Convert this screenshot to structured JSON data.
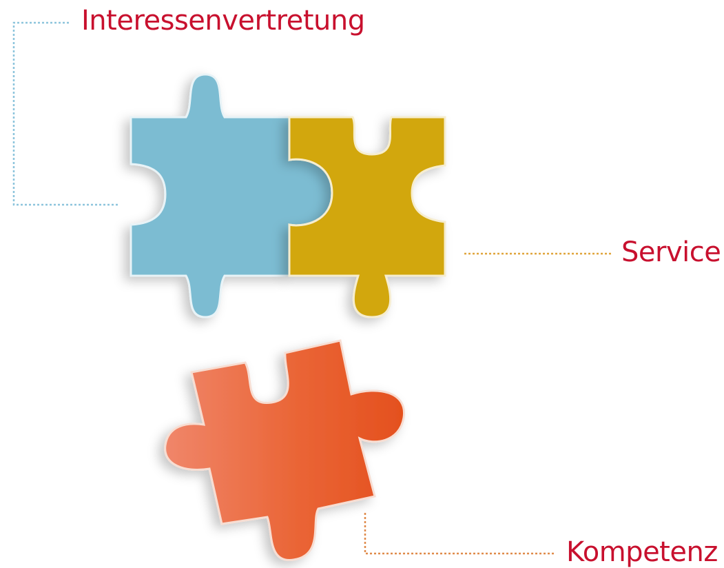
{
  "labels": {
    "interest": "Interessenvertretung",
    "service": "Service",
    "kompetenz": "Kompetenz"
  },
  "colors": {
    "label_text": "#c8102e",
    "blue_piece": "#7bbcd2",
    "yellow_piece": "#d2a70f",
    "orange_piece": "#e85a2c",
    "blue_connector": "#8cc4dc",
    "yellow_connector": "#e0a43a",
    "orange_connector": "#e08a4a"
  },
  "icons": [
    "puzzle-piece-blue-icon",
    "puzzle-piece-yellow-icon",
    "puzzle-piece-orange-icon"
  ]
}
